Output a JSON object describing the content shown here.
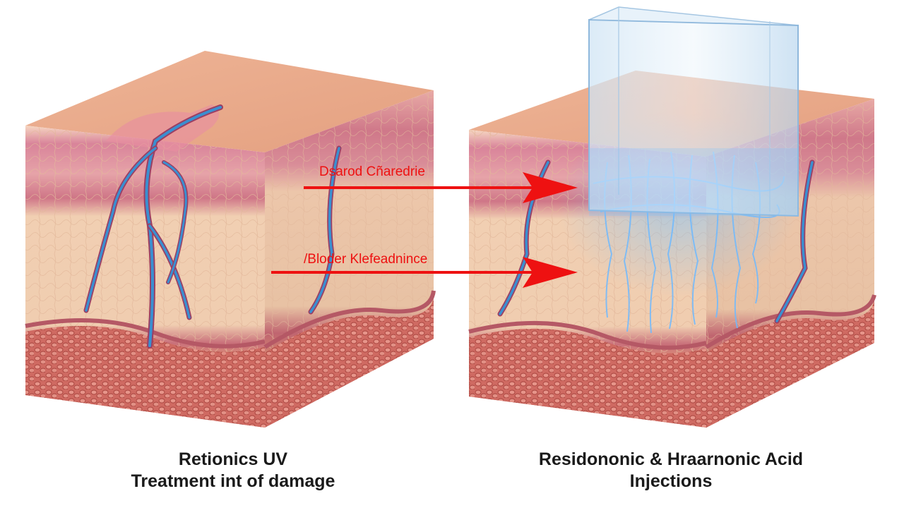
{
  "colors": {
    "epidermis_top": "#e9a88a",
    "dermis": "#f1cdb2",
    "dermis_band": "#d98b96",
    "subcutis": "#d4736a",
    "vessel": "#3a8fd0",
    "arrow": "#ee1111",
    "glow": "#5fb2ff",
    "caption_text": "#1a1a1a"
  },
  "labels": {
    "arrow_top": "Dsarod Cñaredrie",
    "arrow_bottom": "/Bloder Klefeadnince"
  },
  "captions": {
    "left_line1": "Retionics UV",
    "left_line2": "Treatment int of damage",
    "right_line1": "Residononic & Hraarnonic Acid",
    "right_line2": "Injections"
  },
  "icons": {
    "left_block": "skin-cross-section-icon",
    "right_block": "skin-cross-section-treated-icon",
    "applicator": "glass-applicator-icon",
    "arrows": "arrow-right-icon"
  }
}
